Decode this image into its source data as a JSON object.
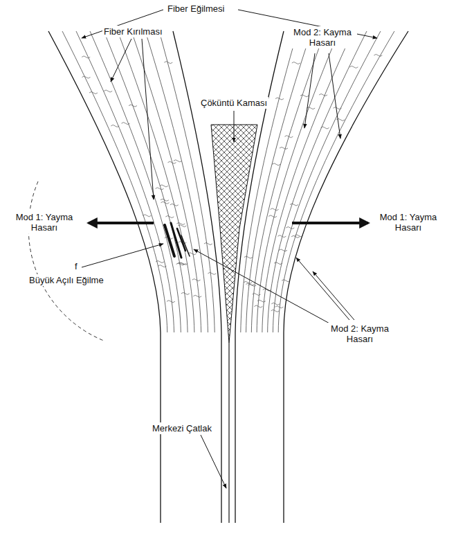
{
  "diagram": {
    "labels": [
      "Fiber Eğilmesi",
      "Fiber Kırılması",
      "Mod 2: Kayma Hasarı",
      "Çöküntü Kaması",
      "Mod 1: Yayma Hasarı",
      "Mod 1: Yayma Hasarı",
      "f",
      "Büyük Açılı Eğilme",
      "Mod 2: Kayma Hasarı",
      "Merkezi Çatlak"
    ]
  }
}
